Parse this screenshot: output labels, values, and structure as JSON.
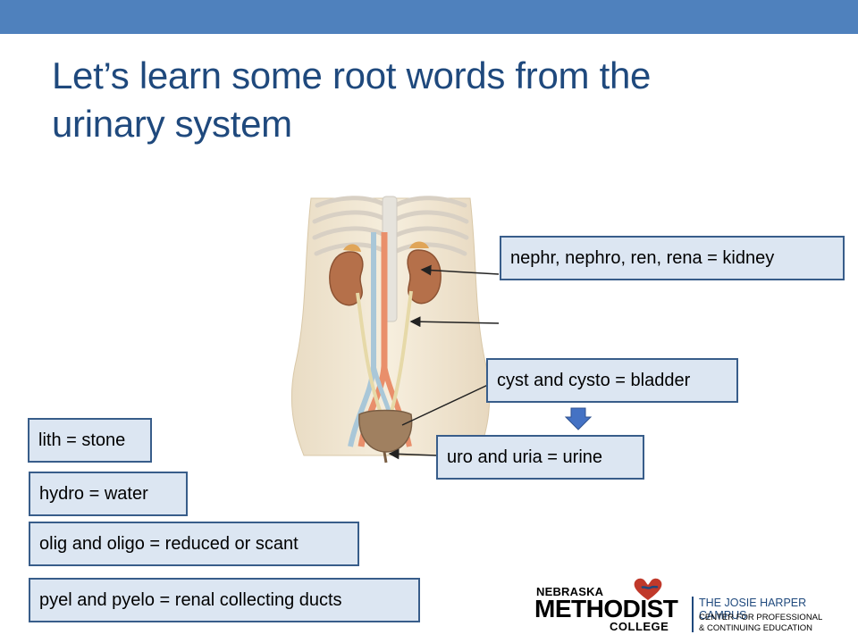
{
  "title": {
    "line1": "Let’s learn some root words from the",
    "line2": "urinary system"
  },
  "labels": {
    "kidney": "nephr, nephro, ren, rena = kidney",
    "bladder": "cyst and cysto = bladder",
    "urine": "uro and uria = urine",
    "stone": "lith = stone",
    "water": "hydro = water",
    "scant": "olig and oligo = reduced or scant",
    "ducts": "pyel and pyelo = renal collecting ducts"
  },
  "logo": {
    "line1": "NEBRASKA",
    "line2": "METHODIST",
    "line3": "COLLEGE",
    "campus": "THE JOSIE HARPER CAMPUS",
    "center1": "CENTER FOR PROFESSIONAL",
    "center2": "& CONTINUING EDUCATION"
  },
  "colors": {
    "top_bar": "#4f81bd",
    "title": "#1f497d",
    "label_fill": "#dce6f2",
    "label_border": "#385d8a",
    "arrow": "#4472c4"
  }
}
